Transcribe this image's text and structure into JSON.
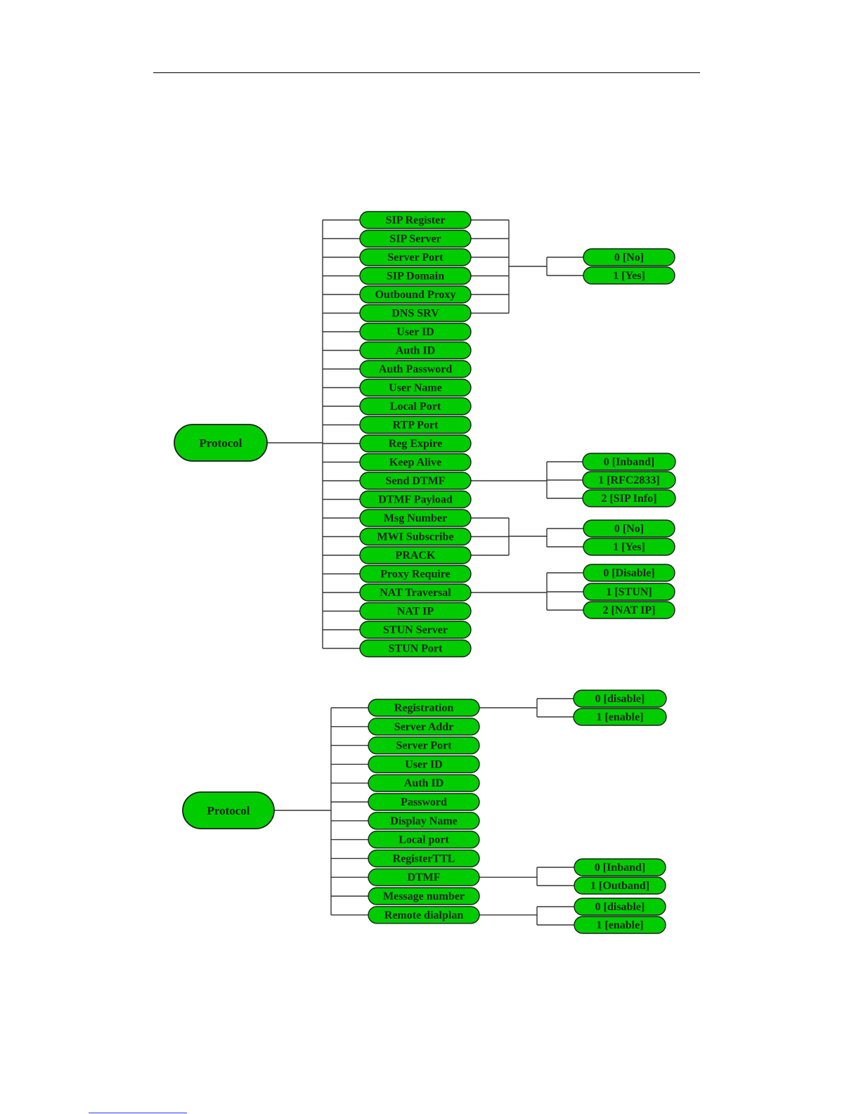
{
  "diagrams": [
    {
      "root": "Protocol",
      "items": [
        "SIP Register",
        "SIP Server",
        "Server Port",
        "SIP Domain",
        "Outbound Proxy",
        "DNS SRV",
        "User ID",
        "Auth ID",
        "Auth Password",
        "User Name",
        "Local Port",
        "RTP Port",
        "Reg  Expire",
        "Keep Alive",
        "Send DTMF",
        "DTMF Payload",
        "Msg Number",
        "MWI Subscribe",
        "PRACK",
        "Proxy Require",
        "NAT Traversal",
        "NAT IP",
        "STUN Server",
        "STUN Port"
      ],
      "option_groups": [
        {
          "sources": [
            0,
            1,
            2,
            3,
            4,
            5
          ],
          "options": [
            "0 [No]",
            "1 [Yes]"
          ]
        },
        {
          "sources": [
            14
          ],
          "options": [
            "0 [Inband]",
            "1 [RFC2833]",
            "2 [SIP Info]"
          ]
        },
        {
          "sources": [
            16,
            17,
            18
          ],
          "options": [
            "0 [No]",
            "1 [Yes]"
          ]
        },
        {
          "sources": [
            20
          ],
          "options": [
            "0 [Disable]",
            "1 [STUN]",
            "2 [NAT IP]"
          ]
        }
      ]
    },
    {
      "root": "Protocol",
      "items": [
        "Registration",
        "Server Addr",
        "Server Port",
        "User ID",
        "Auth ID",
        "Password",
        "Display Name",
        "Local port",
        "RegisterTTL",
        "DTMF",
        "Message number",
        "Remote dialplan"
      ],
      "option_groups": [
        {
          "sources": [
            0
          ],
          "options": [
            "0 [disable]",
            "1 [enable]"
          ]
        },
        {
          "sources": [
            9
          ],
          "options": [
            "0 [Inband]",
            "1 [Outband]"
          ]
        },
        {
          "sources": [
            11
          ],
          "options": [
            "0 [disable]",
            "1 [enable]"
          ]
        }
      ]
    }
  ]
}
